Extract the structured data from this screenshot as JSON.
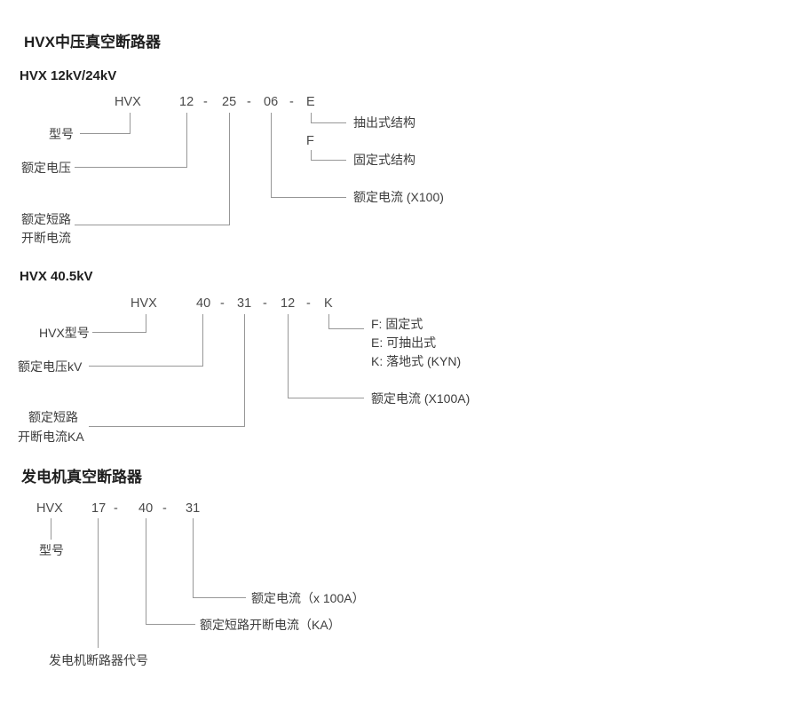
{
  "sections": {
    "mv": {
      "title": "HVX中压真空断路器",
      "subtitle": "HVX 12kV/24kV",
      "code": {
        "t1": "HVX",
        "t2": "12",
        "d1": "-",
        "t3": "25",
        "d2": "-",
        "t4": "06",
        "d3": "-",
        "t5": "E"
      },
      "labels": {
        "model": "型号",
        "voltage": "额定电压",
        "short_line1": "额定短路",
        "short_line2": "开断电流",
        "withdrawable": "抽出式结构",
        "f_token": "F",
        "fixed": "固定式结构",
        "current": "额定电流 (X100)"
      }
    },
    "hv": {
      "title": "HVX 40.5kV",
      "code": {
        "t1": "HVX",
        "t2": "40",
        "d1": "-",
        "t3": "31",
        "d2": "-",
        "t4": "12",
        "d3": "-",
        "t5": "K"
      },
      "labels": {
        "model": "HVX型号",
        "voltage": "额定电压kV",
        "short_line1": "额定短路",
        "short_line2": "开断电流KA",
        "opt_f": "F: 固定式",
        "opt_e": "E: 可抽出式",
        "opt_k": "K: 落地式 (KYN)",
        "current": "额定电流 (X100A)"
      }
    },
    "gen": {
      "title": "发电机真空断路器",
      "code": {
        "t1": "HVX",
        "t2": "17",
        "d1": "-",
        "t3": "40",
        "d2": "-",
        "t4": "31"
      },
      "labels": {
        "model": "型号",
        "current": "额定电流（x 100A）",
        "short": "额定短路开断电流（KA）",
        "code_name": "发电机断路器代号"
      }
    }
  }
}
